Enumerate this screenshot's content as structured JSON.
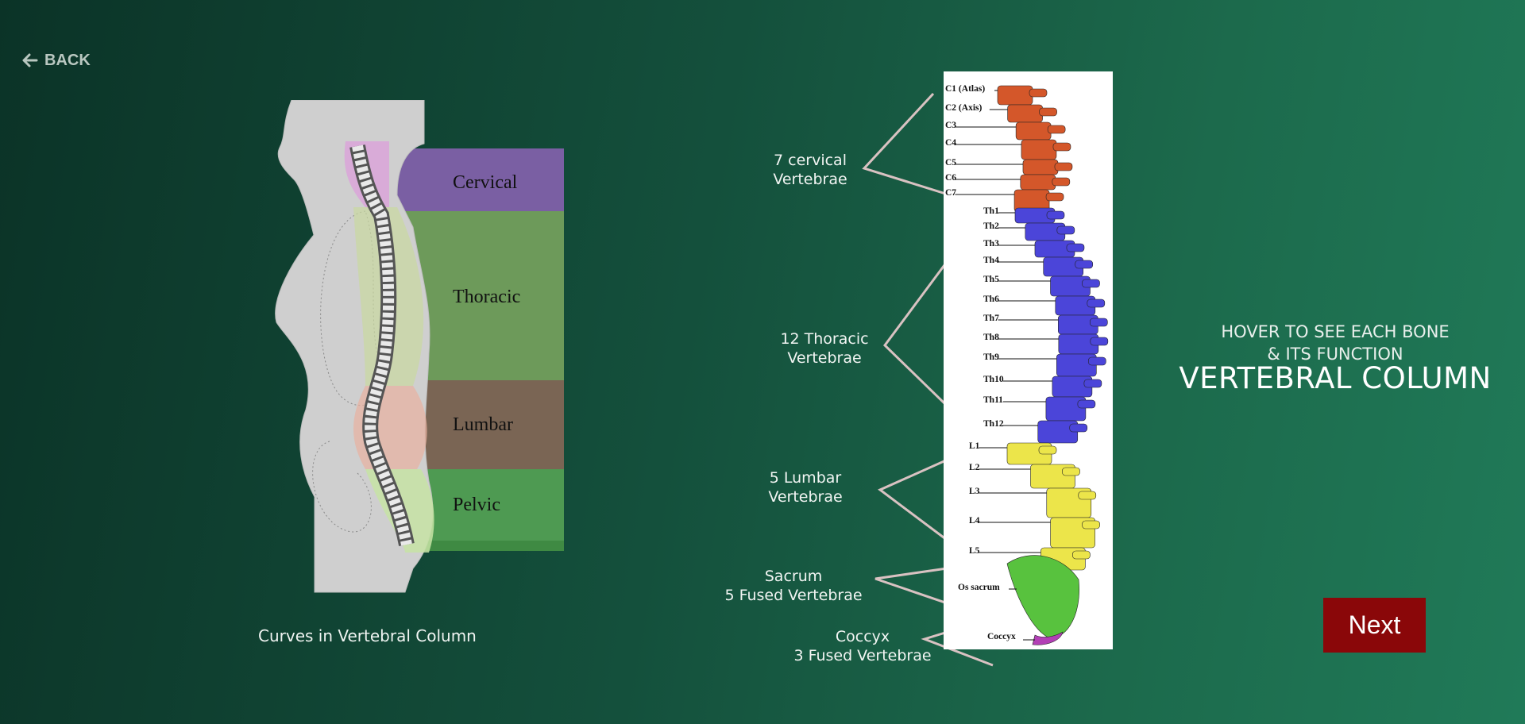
{
  "nav": {
    "back_label": "BACK"
  },
  "curves": {
    "caption": "Curves in Vertebral Column",
    "regions": [
      {
        "label": "Cervical",
        "color": "#7a5fa3"
      },
      {
        "label": "Thoracic",
        "color": "#6d9a5a"
      },
      {
        "label": "Lumbar",
        "color": "#7a6554"
      },
      {
        "label": "Pelvic",
        "color": "#4e9a52"
      }
    ]
  },
  "spine": {
    "cervical": [
      "C1 (Atlas)",
      "C2 (Axis)",
      "C3",
      "C4",
      "C5",
      "C6",
      "C7"
    ],
    "thoracic": [
      "Th1",
      "Th2",
      "Th3",
      "Th4",
      "Th5",
      "Th6",
      "Th7",
      "Th8",
      "Th9",
      "Th10",
      "Th11",
      "Th12"
    ],
    "lumbar": [
      "L1",
      "L2",
      "L3",
      "L4",
      "L5"
    ],
    "sacrum": "Os sacrum",
    "coccyx": "Coccyx",
    "colors": {
      "cervical": "#d4572a",
      "thoracic": "#4b45d9",
      "lumbar": "#ece54a",
      "sacrum": "#58c23e",
      "coccyx": "#b23fb5"
    }
  },
  "groups": [
    {
      "line1": "7 cervical",
      "line2": "Vertebrae"
    },
    {
      "line1": "12 Thoracic",
      "line2": "Vertebrae"
    },
    {
      "line1": "5 Lumbar",
      "line2": "Vertebrae"
    },
    {
      "line1": "Sacrum",
      "line2": "5 Fused Vertebrae"
    },
    {
      "line1": "Coccyx",
      "line2": "3 Fused Vertebrae"
    }
  ],
  "info": {
    "hint_line1": "HOVER TO SEE EACH BONE",
    "hint_line2": "& ITS FUNCTION",
    "title": "VERTEBRAL COLUMN"
  },
  "actions": {
    "next_label": "Next"
  }
}
